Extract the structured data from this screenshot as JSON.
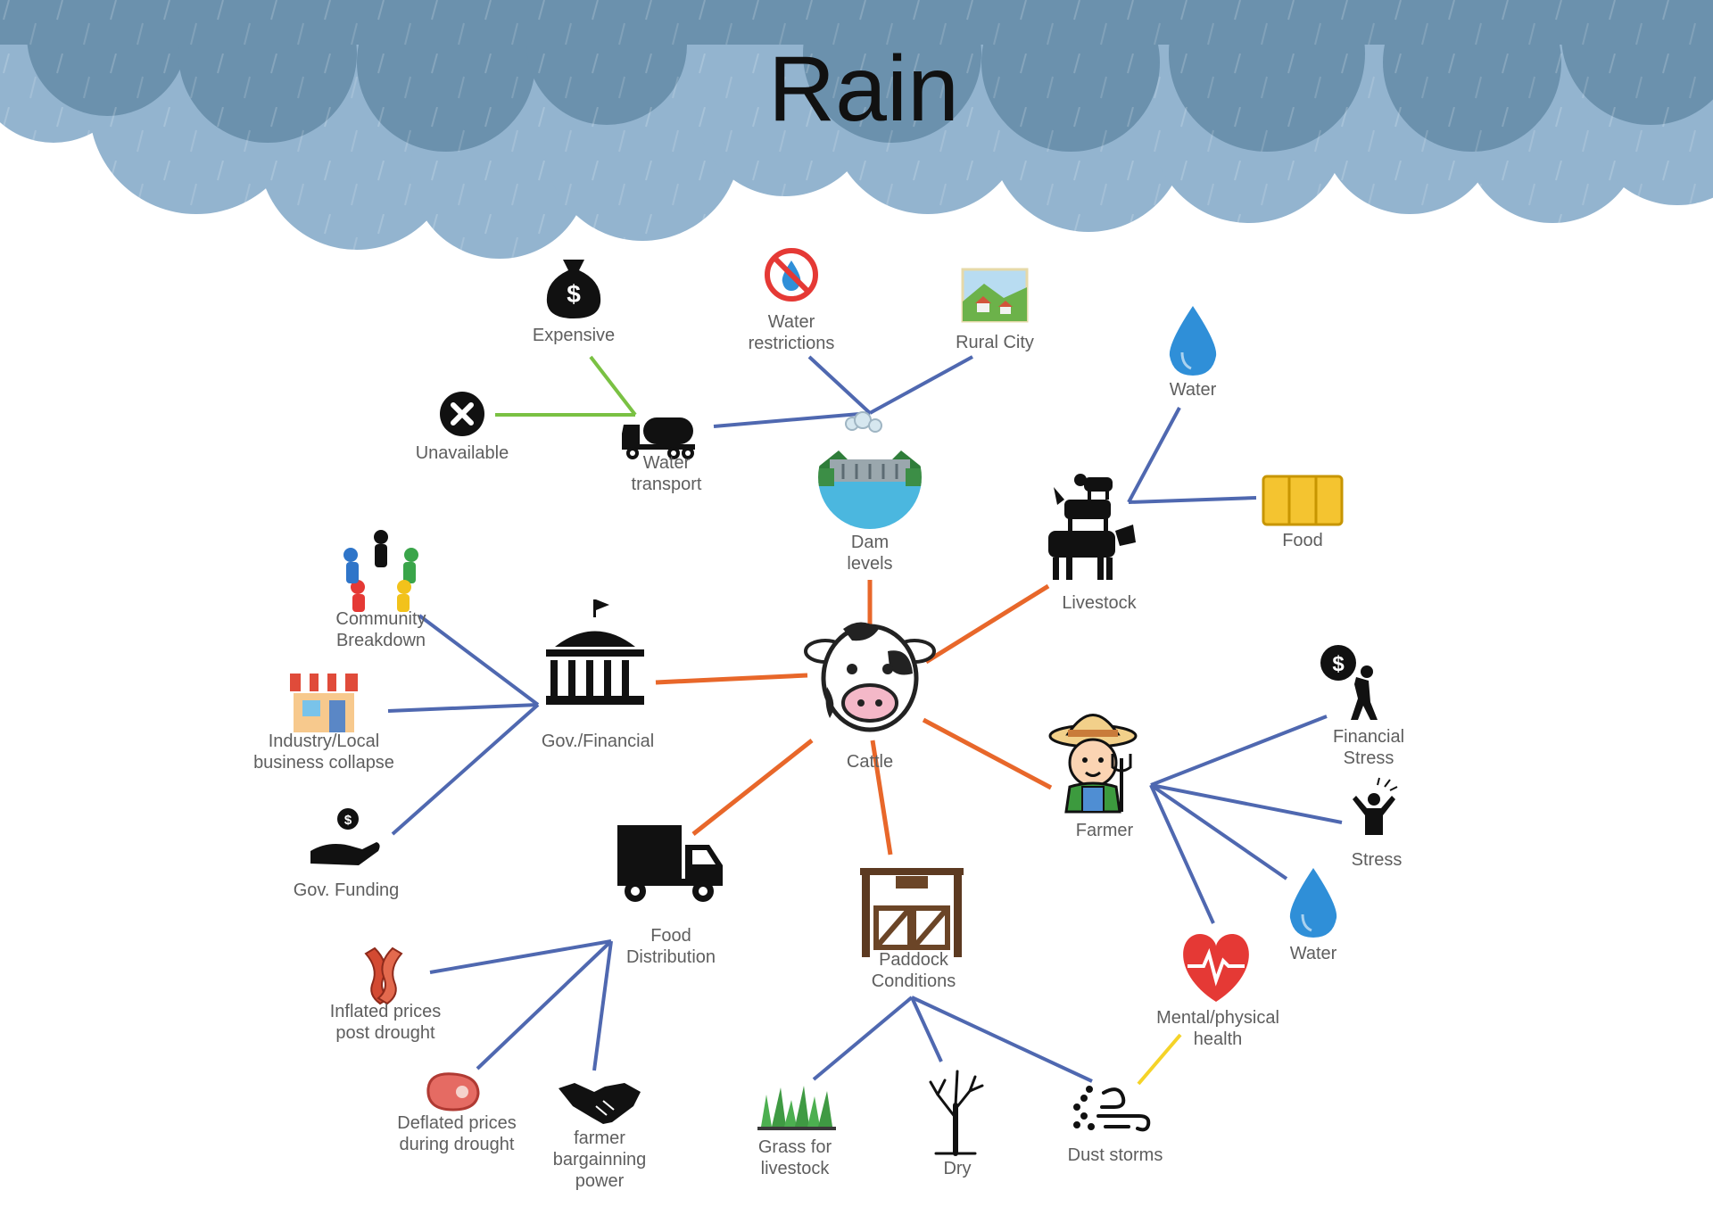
{
  "title": "Rain",
  "colors": {
    "cloud_dark": "#5f87a2",
    "cloud_mid": "#7ca1bd",
    "cloud_light": "#93b4cf",
    "link_primary": "#e8672a",
    "link_secondary": "#4f68b0",
    "link_green": "#7ac143",
    "link_yellow": "#f5d328"
  },
  "nodes": {
    "cattle": {
      "label": [
        "Cattle"
      ],
      "icon": "cow-face-icon"
    },
    "dam": {
      "label": [
        "Dam",
        "levels"
      ],
      "icon": "dam-icon"
    },
    "livestock": {
      "label": [
        "Livestock"
      ],
      "icon": "stacked-livestock-icon"
    },
    "gov": {
      "label": [
        "Gov./Financial"
      ],
      "icon": "government-building-icon"
    },
    "farmer": {
      "label": [
        "Farmer"
      ],
      "icon": "farmer-icon"
    },
    "food_dist": {
      "label": [
        "Food",
        "Distribution"
      ],
      "icon": "truck-icon"
    },
    "paddock": {
      "label": [
        "Paddock",
        "Conditions"
      ],
      "icon": "paddock-gate-icon"
    },
    "water_transport": {
      "label": [
        "Water",
        "transport"
      ],
      "icon": "tanker-truck-icon"
    },
    "expensive": {
      "label": [
        "Expensive"
      ],
      "icon": "money-bag-icon"
    },
    "unavailable": {
      "label": [
        "Unavailable"
      ],
      "icon": "cross-circle-icon"
    },
    "water_restrictions": {
      "label": [
        "Water",
        "restrictions"
      ],
      "icon": "no-water-icon"
    },
    "rural_city": {
      "label": [
        "Rural City"
      ],
      "icon": "landscape-icon"
    },
    "water_top": {
      "label": [
        "Water"
      ],
      "icon": "water-drop-icon"
    },
    "food": {
      "label": [
        "Food"
      ],
      "icon": "hay-bale-icon"
    },
    "community": {
      "label": [
        "Community",
        "Breakdown"
      ],
      "icon": "community-circle-icon"
    },
    "industry": {
      "label": [
        "Industry/Local",
        "business collapse"
      ],
      "icon": "shop-icon"
    },
    "gov_funding": {
      "label": [
        "Gov. Funding"
      ],
      "icon": "hand-money-icon"
    },
    "fin_stress": {
      "label": [
        "Financial",
        "Stress"
      ],
      "icon": "burden-icon"
    },
    "stress": {
      "label": [
        "Stress"
      ],
      "icon": "stressed-person-icon"
    },
    "water_right": {
      "label": [
        "Water"
      ],
      "icon": "water-drop-icon"
    },
    "mental": {
      "label": [
        "Mental/physical",
        "health"
      ],
      "icon": "heartbeat-icon"
    },
    "inflated": {
      "label": [
        "Inflated prices",
        "post drought"
      ],
      "icon": "bacon-icon"
    },
    "deflated": {
      "label": [
        "Deflated prices",
        "during drought"
      ],
      "icon": "steak-icon"
    },
    "bargaining": {
      "label": [
        "farmer",
        "bargainning",
        "power"
      ],
      "icon": "handshake-icon"
    },
    "grass": {
      "label": [
        "Grass for",
        "livestock"
      ],
      "icon": "grass-icon"
    },
    "dry": {
      "label": [
        "Dry"
      ],
      "icon": "dead-tree-icon"
    },
    "dust": {
      "label": [
        "Dust storms"
      ],
      "icon": "wind-dust-icon"
    }
  },
  "links": [
    {
      "from": "cattle",
      "to": "dam",
      "color": "link_primary"
    },
    {
      "from": "cattle",
      "to": "livestock",
      "color": "link_primary"
    },
    {
      "from": "cattle",
      "to": "gov",
      "color": "link_primary"
    },
    {
      "from": "cattle",
      "to": "farmer",
      "color": "link_primary"
    },
    {
      "from": "cattle",
      "to": "food_dist",
      "color": "link_primary"
    },
    {
      "from": "cattle",
      "to": "paddock",
      "color": "link_primary"
    },
    {
      "from": "dam",
      "to": "water_transport",
      "color": "link_secondary"
    },
    {
      "from": "dam",
      "to": "water_restrictions",
      "color": "link_secondary"
    },
    {
      "from": "dam",
      "to": "rural_city",
      "color": "link_secondary"
    },
    {
      "from": "water_transport",
      "to": "expensive",
      "color": "link_green"
    },
    {
      "from": "water_transport",
      "to": "unavailable",
      "color": "link_green"
    },
    {
      "from": "livestock",
      "to": "water_top",
      "color": "link_secondary"
    },
    {
      "from": "livestock",
      "to": "food",
      "color": "link_secondary"
    },
    {
      "from": "gov",
      "to": "community",
      "color": "link_secondary"
    },
    {
      "from": "gov",
      "to": "industry",
      "color": "link_secondary"
    },
    {
      "from": "gov",
      "to": "gov_funding",
      "color": "link_secondary"
    },
    {
      "from": "farmer",
      "to": "fin_stress",
      "color": "link_secondary"
    },
    {
      "from": "farmer",
      "to": "stress",
      "color": "link_secondary"
    },
    {
      "from": "farmer",
      "to": "water_right",
      "color": "link_secondary"
    },
    {
      "from": "farmer",
      "to": "mental",
      "color": "link_secondary"
    },
    {
      "from": "food_dist",
      "to": "inflated",
      "color": "link_secondary"
    },
    {
      "from": "food_dist",
      "to": "deflated",
      "color": "link_secondary"
    },
    {
      "from": "food_dist",
      "to": "bargaining",
      "color": "link_secondary"
    },
    {
      "from": "paddock",
      "to": "grass",
      "color": "link_secondary"
    },
    {
      "from": "paddock",
      "to": "dry",
      "color": "link_secondary"
    },
    {
      "from": "paddock",
      "to": "dust",
      "color": "link_secondary"
    },
    {
      "from": "mental",
      "to": "dust",
      "color": "link_yellow"
    }
  ]
}
